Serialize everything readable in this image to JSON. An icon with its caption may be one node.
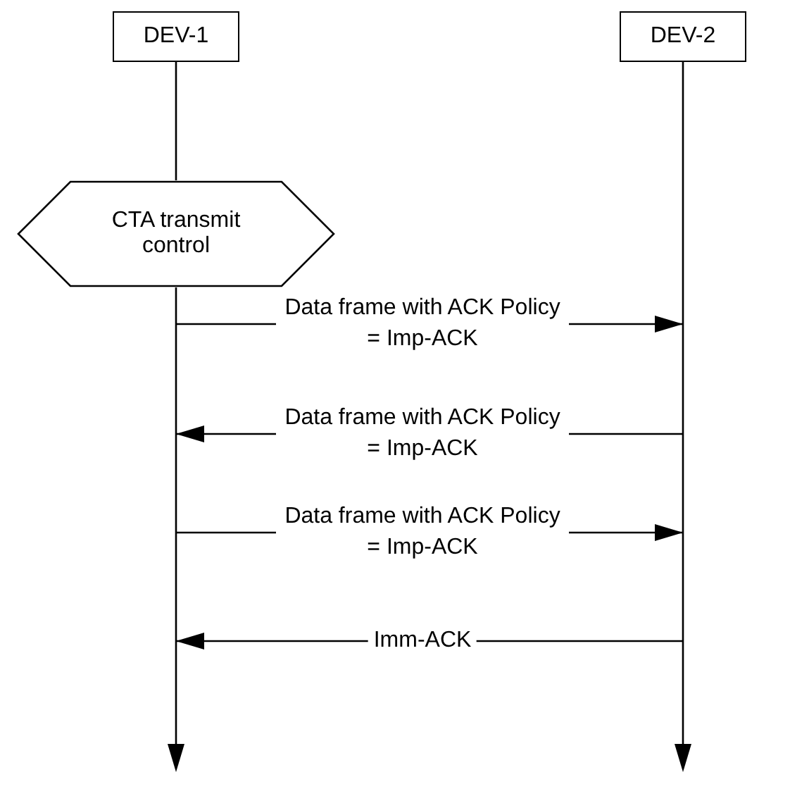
{
  "diagram": {
    "nodes": [
      {
        "text": [
          "DEV-1"
        ]
      },
      {
        "text": [
          "DEV-2"
        ]
      },
      {
        "text": [
          "CTA transmit control"
        ]
      },
      {
        "text": [],
        "shape": "line"
      },
      {
        "text": [],
        "shape": "line"
      }
    ],
    "edges": [
      {
        "from": 0,
        "to": 2,
        "arrow": "none"
      },
      {
        "from": 3,
        "to": 4,
        "arrow": "to",
        "label": "Data frame with ACK Policy = Imp-ACK"
      },
      {
        "from": 4,
        "to": 3,
        "arrow": "to",
        "label": "Data frame with ACK Policy = Imp-ACK"
      },
      {
        "from": 3,
        "to": 4,
        "arrow": "to",
        "label": "Data frame with ACK Policy = Imp-ACK"
      },
      {
        "from": 4,
        "to": 3,
        "arrow": "to",
        "label": "Imm-ACK"
      }
    ]
  }
}
